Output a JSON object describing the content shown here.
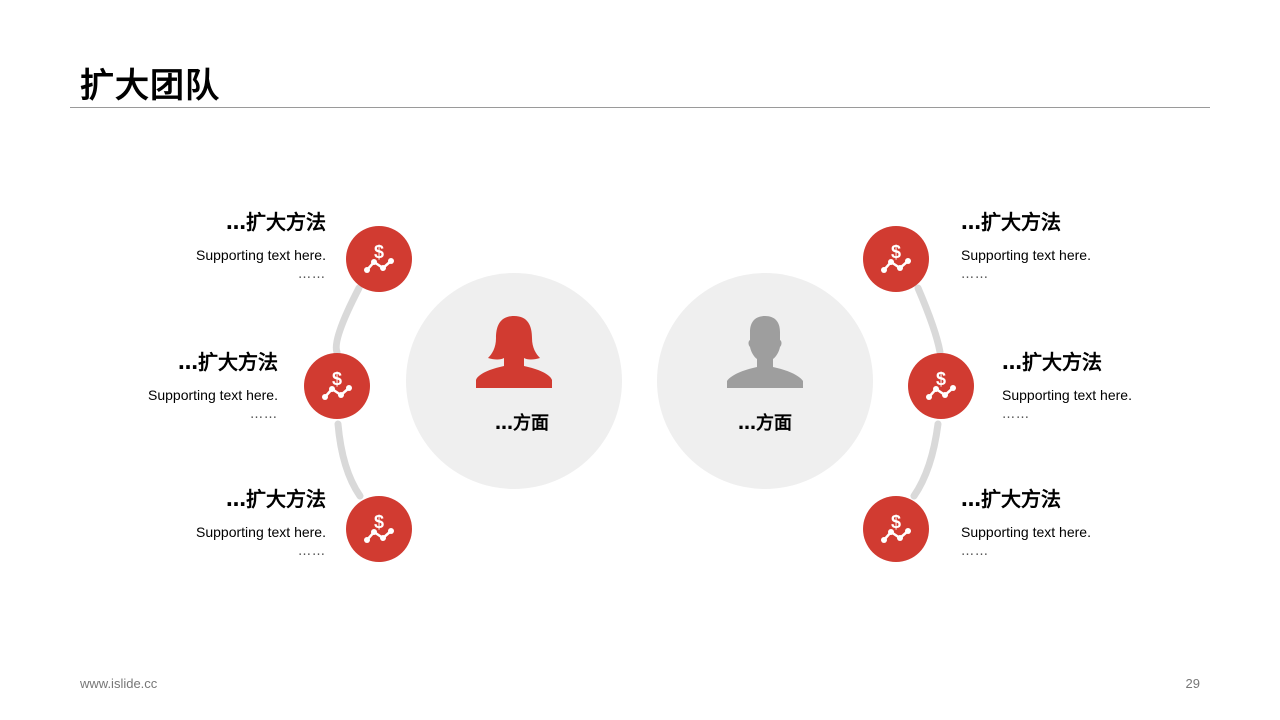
{
  "title": "扩大团队",
  "left_group": {
    "center_label": "…方面",
    "icon": "female-avatar-icon",
    "items": [
      {
        "title": "…扩大方法",
        "text": "Supporting text here.",
        "dots": "……"
      },
      {
        "title": "…扩大方法",
        "text": "Supporting text here.",
        "dots": "……"
      },
      {
        "title": "…扩大方法",
        "text": "Supporting text here.",
        "dots": "……"
      }
    ]
  },
  "right_group": {
    "center_label": "…方面",
    "icon": "male-avatar-icon",
    "items": [
      {
        "title": "…扩大方法",
        "text": "Supporting text here.",
        "dots": "……"
      },
      {
        "title": "…扩大方法",
        "text": "Supporting text here.",
        "dots": "……"
      },
      {
        "title": "…扩大方法",
        "text": "Supporting text here.",
        "dots": "……"
      }
    ]
  },
  "node_icon": "dollar-trend-icon",
  "colors": {
    "accent": "#d13b31",
    "gray": "#9e9e9e",
    "circle_bg": "#efefef",
    "arc": "#d9d9d9"
  },
  "footer": {
    "url": "www.islide.cc",
    "page": "29"
  }
}
